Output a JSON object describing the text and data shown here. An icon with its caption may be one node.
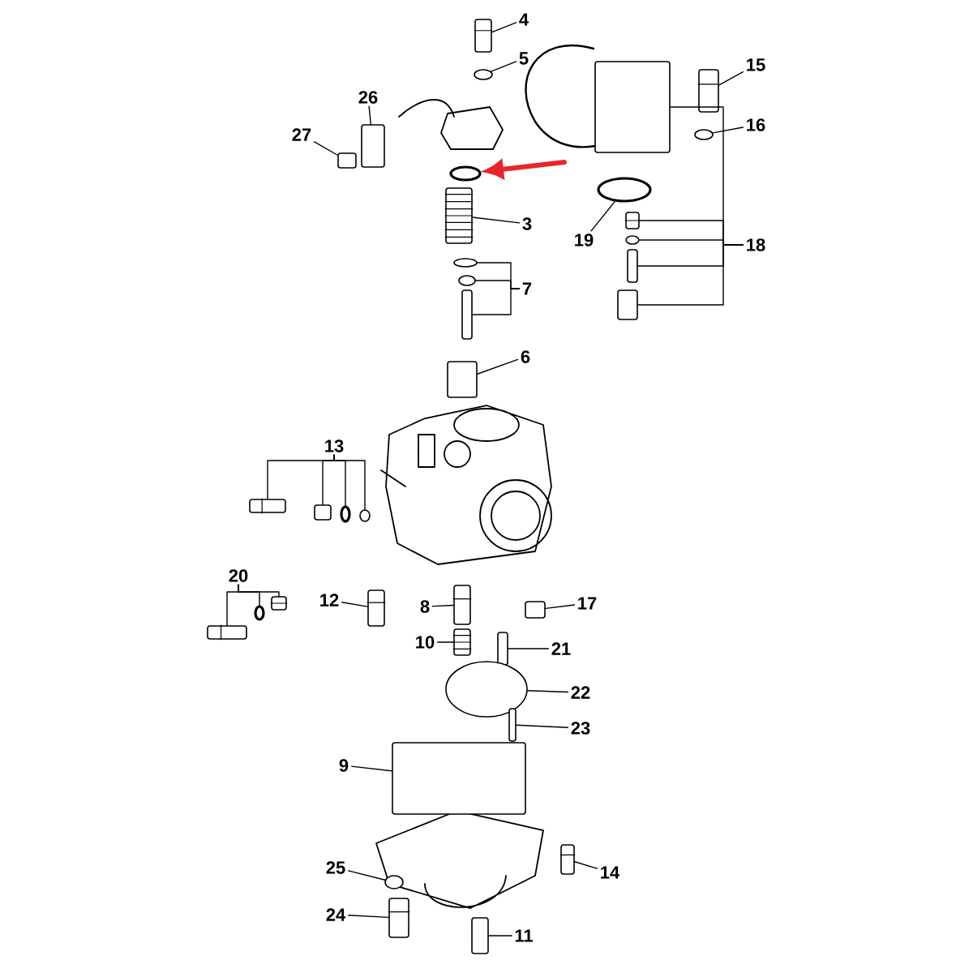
{
  "diagram": {
    "nodes": [
      {
        "text": [
          "4"
        ]
      },
      {
        "text": [],
        "shape": "box"
      },
      {
        "text": [
          "5"
        ]
      },
      {
        "text": [],
        "shape": "circle"
      },
      {
        "text": [
          "15"
        ]
      },
      {
        "text": [],
        "shape": "box"
      },
      {
        "text": [
          "26"
        ]
      },
      {
        "text": [],
        "shape": "box"
      },
      {
        "text": [
          "16"
        ]
      },
      {
        "text": [],
        "shape": "circle"
      },
      {
        "text": [
          "27"
        ]
      },
      {
        "text": [],
        "shape": "box"
      },
      {
        "text": [],
        "shape": "circle"
      },
      {
        "text": [],
        "shape": "box"
      },
      {
        "text": [
          "3"
        ]
      },
      {
        "text": [],
        "shape": "box"
      },
      {
        "text": [
          "19"
        ]
      },
      {
        "text": [],
        "shape": "circle"
      },
      {
        "text": [
          "18"
        ]
      },
      {
        "text": [],
        "shape": "box"
      },
      {
        "text": [],
        "shape": "circle"
      },
      {
        "text": [],
        "shape": "box"
      },
      {
        "text": [],
        "shape": "box"
      },
      {
        "text": [
          "7"
        ]
      },
      {
        "text": [],
        "shape": "circle"
      },
      {
        "text": [],
        "shape": "circle"
      },
      {
        "text": [],
        "shape": "box"
      },
      {
        "text": [
          "6"
        ]
      },
      {
        "text": [],
        "shape": "box"
      },
      {
        "text": [
          "13"
        ]
      },
      {
        "text": [],
        "shape": "box"
      },
      {
        "text": [],
        "shape": "box"
      },
      {
        "text": [],
        "shape": "circle"
      },
      {
        "text": [],
        "shape": "circle"
      },
      {
        "text": [
          "20"
        ]
      },
      {
        "text": [],
        "shape": "box"
      },
      {
        "text": [],
        "shape": "circle"
      },
      {
        "text": [],
        "shape": "box"
      },
      {
        "text": [
          "12"
        ]
      },
      {
        "text": [],
        "shape": "box"
      },
      {
        "text": [
          "8"
        ]
      },
      {
        "text": [],
        "shape": "box"
      },
      {
        "text": [
          "17"
        ]
      },
      {
        "text": [],
        "shape": "box"
      },
      {
        "text": [
          "10"
        ]
      },
      {
        "text": [],
        "shape": "box"
      },
      {
        "text": [
          "21"
        ]
      },
      {
        "text": [],
        "shape": "box"
      },
      {
        "text": [
          "22"
        ]
      },
      {
        "text": [],
        "shape": "circle"
      },
      {
        "text": [
          "23"
        ]
      },
      {
        "text": [],
        "shape": "box"
      },
      {
        "text": [
          "9"
        ]
      },
      {
        "text": [],
        "shape": "box"
      },
      {
        "text": [
          "14"
        ]
      },
      {
        "text": [],
        "shape": "box"
      },
      {
        "text": [
          "25"
        ]
      },
      {
        "text": [],
        "shape": "circle"
      },
      {
        "text": [
          "24"
        ]
      },
      {
        "text": [],
        "shape": "box"
      },
      {
        "text": [
          "11"
        ]
      },
      {
        "text": [],
        "shape": "box"
      }
    ],
    "edges": [
      {
        "from": 0,
        "to": 1,
        "arrow": "none"
      },
      {
        "from": 2,
        "to": 3,
        "arrow": "none"
      },
      {
        "from": 4,
        "to": 5,
        "arrow": "none"
      },
      {
        "from": 6,
        "to": 7,
        "arrow": "none"
      },
      {
        "from": 8,
        "to": 9,
        "arrow": "none"
      },
      {
        "from": 10,
        "to": 11,
        "arrow": "none"
      },
      {
        "from": null,
        "to": 12,
        "arrow": "to",
        "style": "thick",
        "color": "#e8262a"
      },
      {
        "from": 14,
        "to": 15,
        "arrow": "none"
      },
      {
        "from": 16,
        "to": 17,
        "arrow": "none"
      },
      {
        "from": 18,
        "to": 13,
        "arrow": "none"
      },
      {
        "from": 18,
        "to": 19,
        "arrow": "none"
      },
      {
        "from": 18,
        "to": 20,
        "arrow": "none"
      },
      {
        "from": 18,
        "to": 21,
        "arrow": "none"
      },
      {
        "from": 18,
        "to": 22,
        "arrow": "none"
      },
      {
        "from": 23,
        "to": 24,
        "arrow": "none"
      },
      {
        "from": 23,
        "to": 25,
        "arrow": "none"
      },
      {
        "from": 23,
        "to": 26,
        "arrow": "none"
      },
      {
        "from": 27,
        "to": 28,
        "arrow": "none"
      },
      {
        "from": 29,
        "to": 30,
        "arrow": "none"
      },
      {
        "from": 29,
        "to": 31,
        "arrow": "none"
      },
      {
        "from": 29,
        "to": 32,
        "arrow": "none"
      },
      {
        "from": 29,
        "to": 33,
        "arrow": "none"
      },
      {
        "from": 34,
        "to": 35,
        "arrow": "none"
      },
      {
        "from": 34,
        "to": 36,
        "arrow": "none"
      },
      {
        "from": 34,
        "to": 37,
        "arrow": "none"
      },
      {
        "from": 38,
        "to": 39,
        "arrow": "none"
      },
      {
        "from": 40,
        "to": 41,
        "arrow": "none"
      },
      {
        "from": 42,
        "to": 43,
        "arrow": "none"
      },
      {
        "from": 44,
        "to": 45,
        "arrow": "none"
      },
      {
        "from": 46,
        "to": 47,
        "arrow": "none"
      },
      {
        "from": 48,
        "to": 49,
        "arrow": "none"
      },
      {
        "from": 50,
        "to": 51,
        "arrow": "none"
      },
      {
        "from": 52,
        "to": 53,
        "arrow": "none"
      },
      {
        "from": 54,
        "to": 55,
        "arrow": "none"
      },
      {
        "from": 56,
        "to": 57,
        "arrow": "none"
      },
      {
        "from": 58,
        "to": 59,
        "arrow": "none"
      },
      {
        "from": 60,
        "to": 61,
        "arrow": "none"
      }
    ]
  }
}
